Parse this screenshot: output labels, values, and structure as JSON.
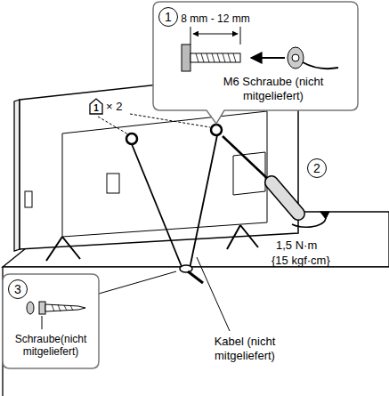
{
  "diagram": {
    "nodes": [
      {
        "text": [
          "8 mm - 12 mm",
          "M6 Schraube (nicht mitgeliefert)"
        ]
      },
      {
        "text": [
          "1"
        ],
        "in": 0
      },
      {
        "text": [
          "1"
        ]
      },
      {
        "text": [
          "2"
        ]
      },
      {
        "text": [
          "Schraube(nicht mitgeliefert)"
        ]
      },
      {
        "text": [
          "3"
        ],
        "in": 4
      }
    ],
    "labels": [
      "× 2",
      "1,5 N·m",
      "{15 kgf·cm}",
      "Kabel (nicht mitgeliefert)"
    ]
  }
}
